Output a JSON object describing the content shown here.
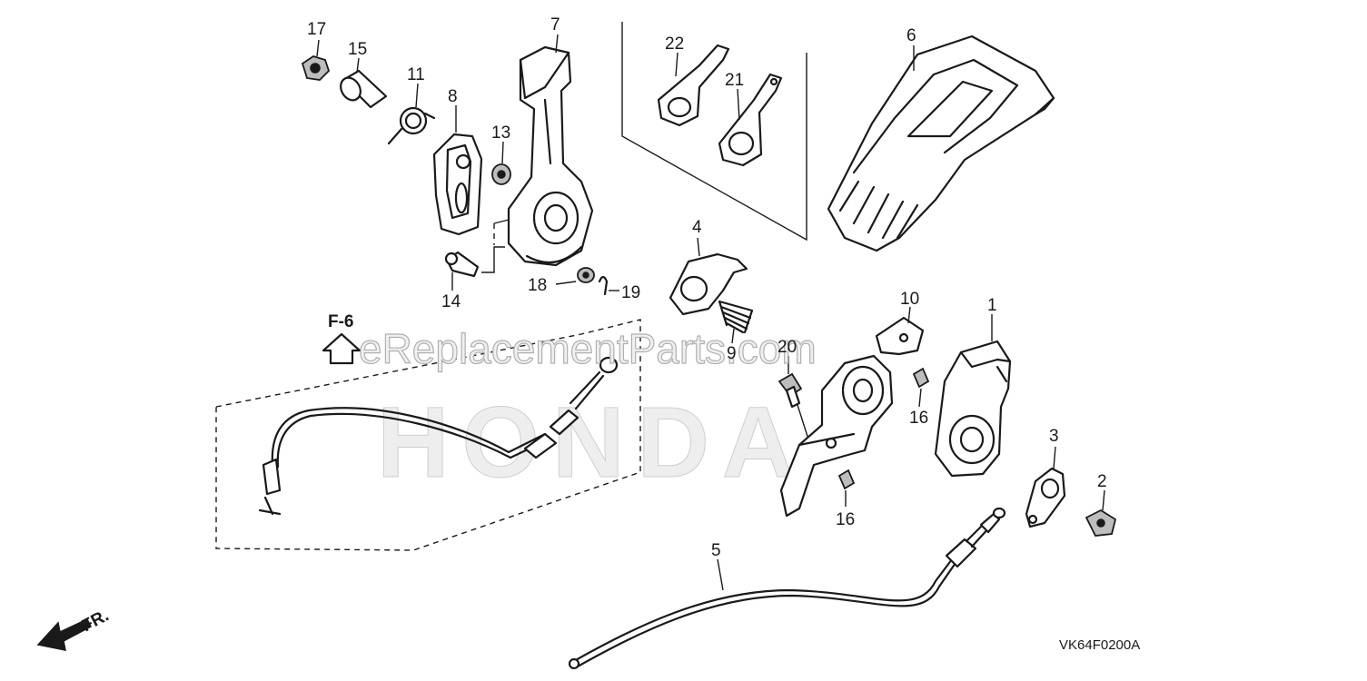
{
  "diagram": {
    "callouts": [
      "1",
      "2",
      "3",
      "4",
      "5",
      "6",
      "7",
      "8",
      "9",
      "10",
      "11",
      "13",
      "14",
      "15",
      "16",
      "16",
      "17",
      "18",
      "19",
      "20",
      "21",
      "22"
    ],
    "reference_arrow_label": "F-6",
    "front_label": "FR.",
    "drawing_code": "VK64F0200A",
    "watermark": "eReplacementParts.com",
    "brand_watermark": "HONDA"
  }
}
